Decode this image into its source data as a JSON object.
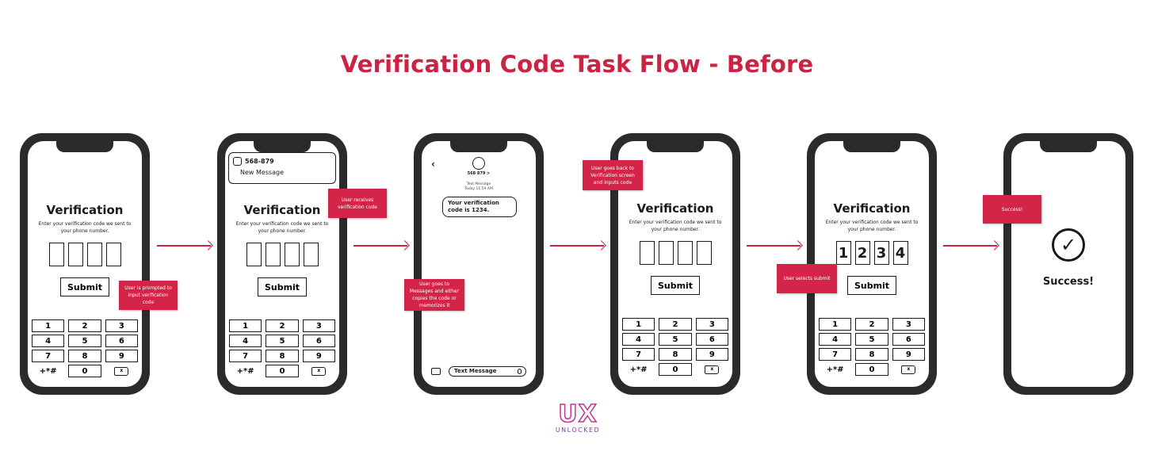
{
  "title": "Verification Code Task Flow - Before",
  "colors": {
    "accent": "#cc2244",
    "note_bg": "#d42548",
    "phone_frame": "#2b2b2b"
  },
  "verification": {
    "heading": "Verification",
    "instructions": "Enter your verification code we sent to your phone number.",
    "submit_label": "Submit"
  },
  "keypad": {
    "keys": [
      "1",
      "2",
      "3",
      "4",
      "5",
      "6",
      "7",
      "8",
      "9",
      "+*#",
      "0",
      "x"
    ]
  },
  "notification": {
    "sender": "568-879",
    "message": "New Message"
  },
  "messages": {
    "contact": "568 879 >",
    "meta": "Text Message\nToday 11:59 AM",
    "bubble": "Your verification code is 1234.",
    "input_placeholder": "Text Message"
  },
  "filled_code": [
    "1",
    "2",
    "3",
    "4"
  ],
  "success": {
    "label": "Success!"
  },
  "notes": {
    "step1": "User is prompted to input verification code",
    "step2": "User receives verification code",
    "step3": "User goes to Messages and either copies the code or memorizes it",
    "step4": "User goes back to Verification screen and inputs code",
    "step5": "User selects submit",
    "step6": "Success!"
  },
  "logo": {
    "mark": "UX",
    "wordmark": "UNLOCKED"
  }
}
